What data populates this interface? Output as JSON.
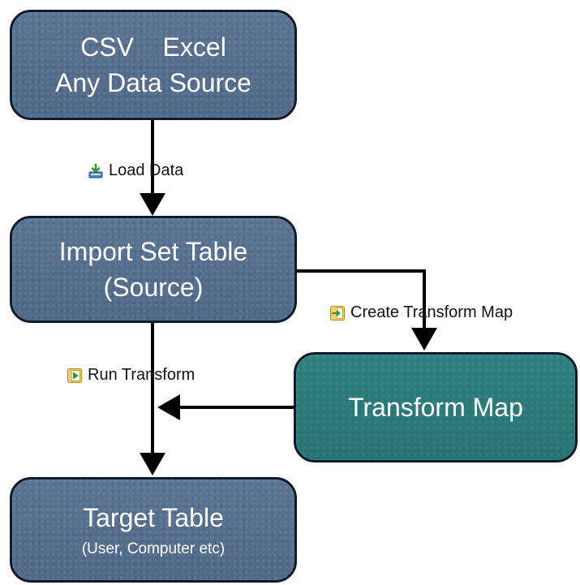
{
  "nodes": {
    "source": {
      "line1": "CSV    Excel",
      "line2": "Any Data Source"
    },
    "import_set": {
      "line1": "Import Set Table",
      "line2": "(Source)"
    },
    "transform_map": {
      "line1": "Transform Map"
    },
    "target": {
      "line1": "Target Table",
      "line2": "(User, Computer etc)"
    }
  },
  "edges": {
    "load_data": {
      "label": "Load Data",
      "icon": "load-data-icon"
    },
    "create_transform_map": {
      "label": "Create Transform Map",
      "icon": "create-transform-map-icon"
    },
    "run_transform": {
      "label": "Run Transform",
      "icon": "run-transform-icon"
    }
  },
  "colors": {
    "node_slate": "#566f8f",
    "node_teal": "#2a7a7a",
    "node_border": "#0f1b2c",
    "connector": "#000000"
  }
}
